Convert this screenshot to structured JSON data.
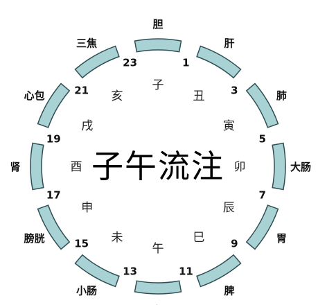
{
  "title": "子午流注",
  "colors": {
    "segment_fill": "#a9d2d4",
    "segment_stroke": "#2f4f56",
    "text": "#111111"
  },
  "periods": [
    {
      "organ": "胆",
      "branch": "子",
      "start_hour": "23",
      "end_hour": "1"
    },
    {
      "organ": "肝",
      "branch": "丑",
      "start_hour": "1",
      "end_hour": "3"
    },
    {
      "organ": "肺",
      "branch": "寅",
      "start_hour": "3",
      "end_hour": "5"
    },
    {
      "organ": "大肠",
      "branch": "卯",
      "start_hour": "5",
      "end_hour": "7"
    },
    {
      "organ": "胃",
      "branch": "辰",
      "start_hour": "7",
      "end_hour": "9"
    },
    {
      "organ": "脾",
      "branch": "巳",
      "start_hour": "9",
      "end_hour": "11"
    },
    {
      "organ": "心",
      "branch": "午",
      "start_hour": "11",
      "end_hour": "13"
    },
    {
      "organ": "小肠",
      "branch": "未",
      "start_hour": "13",
      "end_hour": "15"
    },
    {
      "organ": "膀胱",
      "branch": "申",
      "start_hour": "15",
      "end_hour": "17"
    },
    {
      "organ": "肾",
      "branch": "酉",
      "start_hour": "17",
      "end_hour": "19"
    },
    {
      "organ": "心包",
      "branch": "戌",
      "start_hour": "19",
      "end_hour": "21"
    },
    {
      "organ": "三焦",
      "branch": "亥",
      "start_hour": "21",
      "end_hour": "23"
    }
  ],
  "hour_marks": [
    "1",
    "3",
    "5",
    "7",
    "9",
    "11",
    "13",
    "15",
    "17",
    "19",
    "21",
    "23"
  ]
}
